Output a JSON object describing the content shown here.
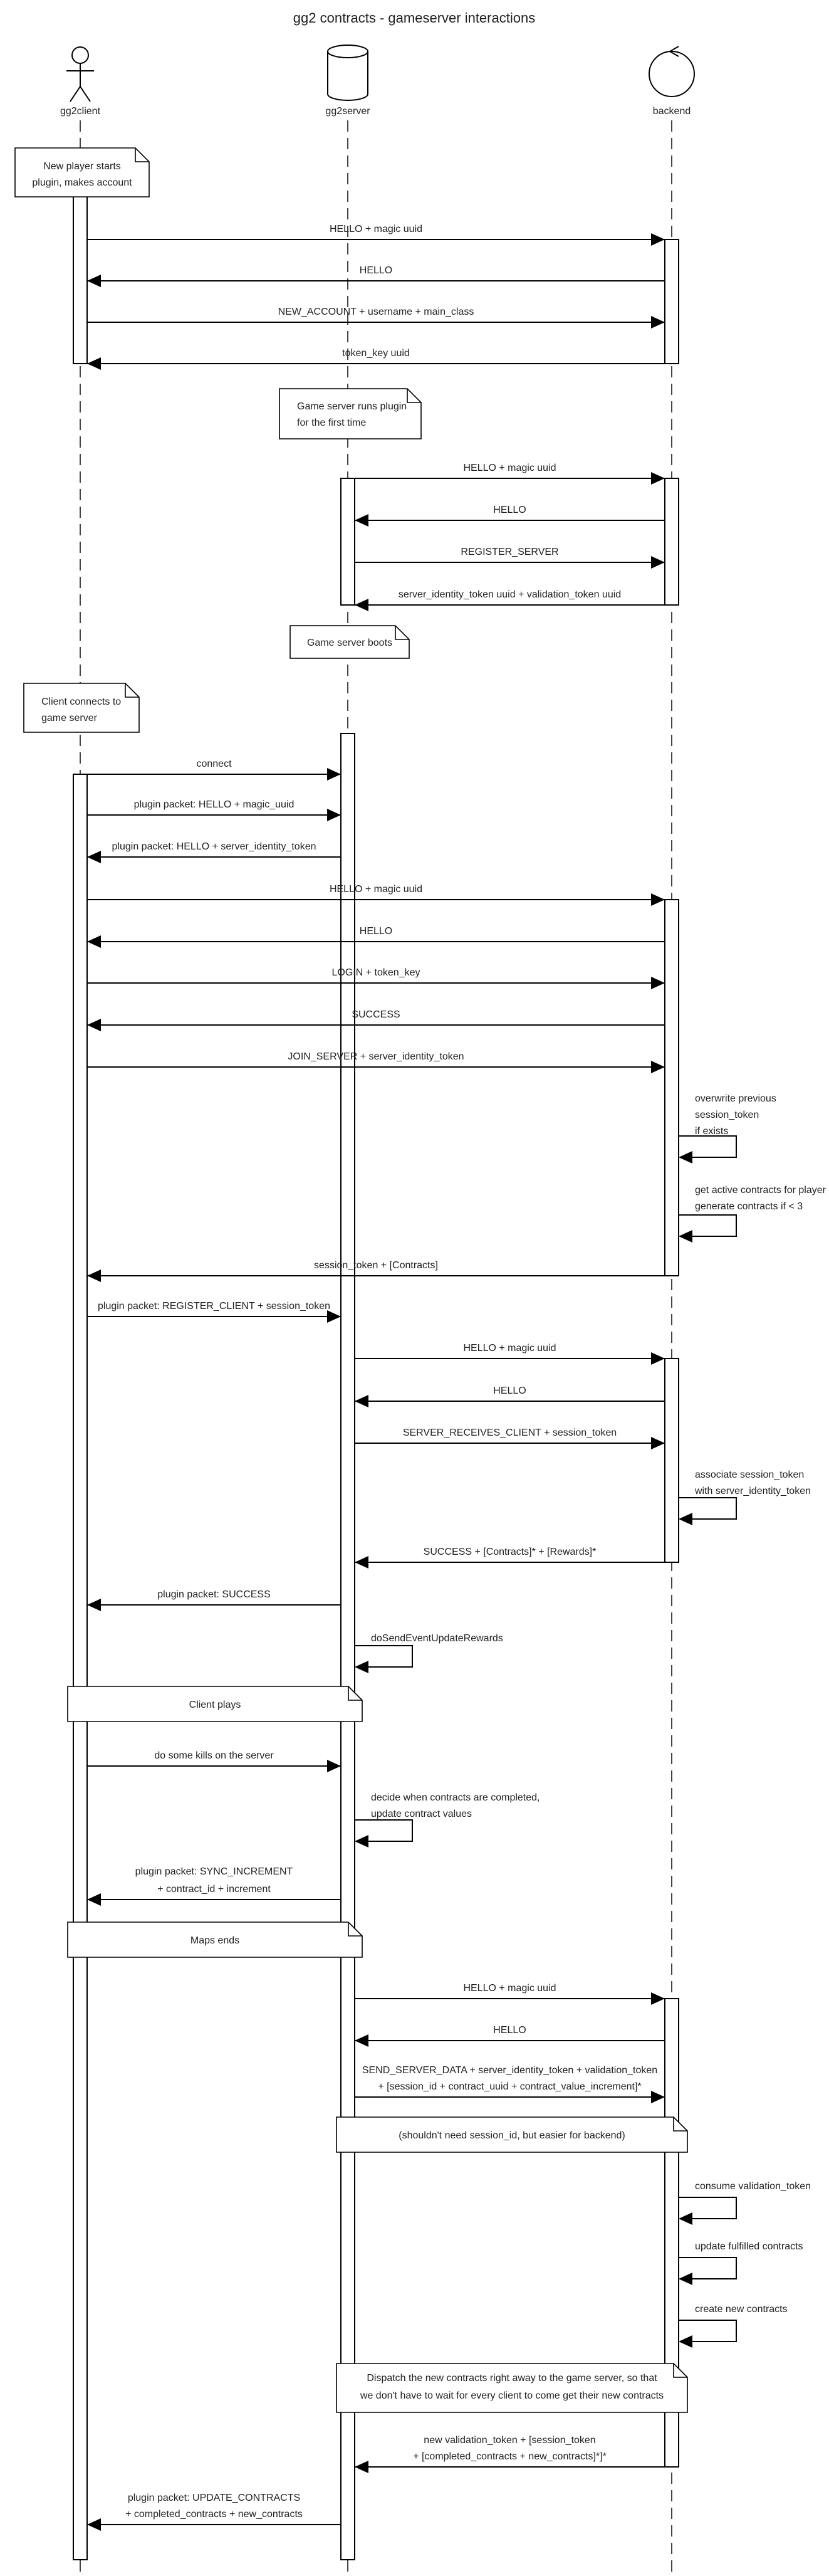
{
  "title": "gg2 contracts - gameserver interactions",
  "participants": [
    {
      "id": "client",
      "label": "gg2client",
      "icon": "actor-icon"
    },
    {
      "id": "server",
      "label": "gg2server",
      "icon": "database-icon"
    },
    {
      "id": "backend",
      "label": "backend",
      "icon": "control-icon"
    }
  ],
  "notes": {
    "new_player": [
      "New player starts",
      "plugin, makes account"
    ],
    "server_first_time": [
      "Game server runs plugin",
      "for the first time"
    ],
    "server_boots": [
      "Game server boots"
    ],
    "client_connects": [
      "Client connects to",
      "game server"
    ],
    "client_plays": [
      "Client plays"
    ],
    "maps_ends": [
      "Maps ends"
    ],
    "session_id_note": [
      "(shouldn't need session_id, but easier for backend)"
    ],
    "dispatch_note": [
      "Dispatch the new contracts right away to the game server, so that",
      "we don't have to wait for every client to come get their new contracts"
    ]
  },
  "messages": {
    "m1": [
      "HELLO + magic uuid"
    ],
    "m2": [
      "HELLO"
    ],
    "m3": [
      "NEW_ACCOUNT + username + main_class"
    ],
    "m4": [
      "token_key uuid"
    ],
    "m5": [
      "HELLO + magic uuid"
    ],
    "m6": [
      "HELLO"
    ],
    "m7": [
      "REGISTER_SERVER"
    ],
    "m8": [
      "server_identity_token uuid + validation_token uuid"
    ],
    "m9": [
      "connect"
    ],
    "m10": [
      "plugin packet: HELLO + magic_uuid"
    ],
    "m11": [
      "plugin packet: HELLO + server_identity_token"
    ],
    "m12": [
      "HELLO + magic uuid"
    ],
    "m13": [
      "HELLO"
    ],
    "m14": [
      "LOGIN + token_key"
    ],
    "m15": [
      "SUCCESS"
    ],
    "m16": [
      "JOIN_SERVER + server_identity_token"
    ],
    "self1": [
      "overwrite previous",
      "session_token",
      "if exists"
    ],
    "self2": [
      "get active contracts for player",
      "generate contracts if < 3"
    ],
    "m17": [
      "session_token + [Contracts]"
    ],
    "m18": [
      "plugin packet: REGISTER_CLIENT + session_token"
    ],
    "m19": [
      "HELLO + magic uuid"
    ],
    "m20": [
      "HELLO"
    ],
    "m21": [
      "SERVER_RECEIVES_CLIENT + session_token"
    ],
    "self3": [
      "associate session_token",
      "with server_identity_token"
    ],
    "m22": [
      "SUCCESS + [Contracts]* + [Rewards]*"
    ],
    "m23": [
      "plugin packet: SUCCESS"
    ],
    "self4": [
      "doSendEventUpdateRewards"
    ],
    "m24": [
      "do some kills on the server"
    ],
    "self5": [
      "decide when contracts are completed,",
      "update contract values"
    ],
    "m25": [
      "plugin packet: SYNC_INCREMENT",
      "+ contract_id + increment"
    ],
    "m26": [
      "HELLO + magic uuid"
    ],
    "m27": [
      "HELLO"
    ],
    "m28": [
      "SEND_SERVER_DATA + server_identity_token + validation_token",
      "+ [session_id + contract_uuid + contract_value_increment]*"
    ],
    "self6": [
      "consume validation_token"
    ],
    "self7": [
      "update fulfilled contracts"
    ],
    "self8": [
      "create new contracts"
    ],
    "m29": [
      "new validation_token + [session_token",
      "+ [completed_contracts + new_contracts]*]*"
    ],
    "m30": [
      "plugin packet: UPDATE_CONTRACTS",
      "+ completed_contracts + new_contracts"
    ]
  }
}
